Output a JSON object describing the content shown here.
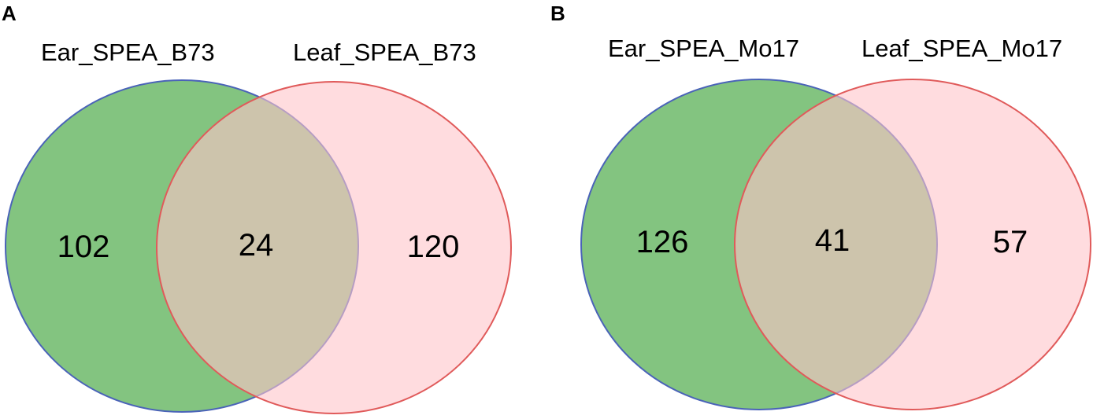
{
  "panels": [
    {
      "letter": "A",
      "left_set": {
        "label": "Ear_SPEA_B73",
        "only_count": "102",
        "fill": "#6dba6a",
        "stroke": "#4a63b8"
      },
      "right_set": {
        "label": "Leaf_SPEA_B73",
        "only_count": "120",
        "fill": "#ffc5c9",
        "stroke": "#e05a5a"
      },
      "overlap_count": "24"
    },
    {
      "letter": "B",
      "left_set": {
        "label": "Ear_SPEA_Mo17",
        "only_count": "126",
        "fill": "#6dba6a",
        "stroke": "#4a63b8"
      },
      "right_set": {
        "label": "Leaf_SPEA_Mo17",
        "only_count": "57",
        "fill": "#ffc5c9",
        "stroke": "#e05a5a"
      },
      "overlap_count": "41"
    }
  ]
}
